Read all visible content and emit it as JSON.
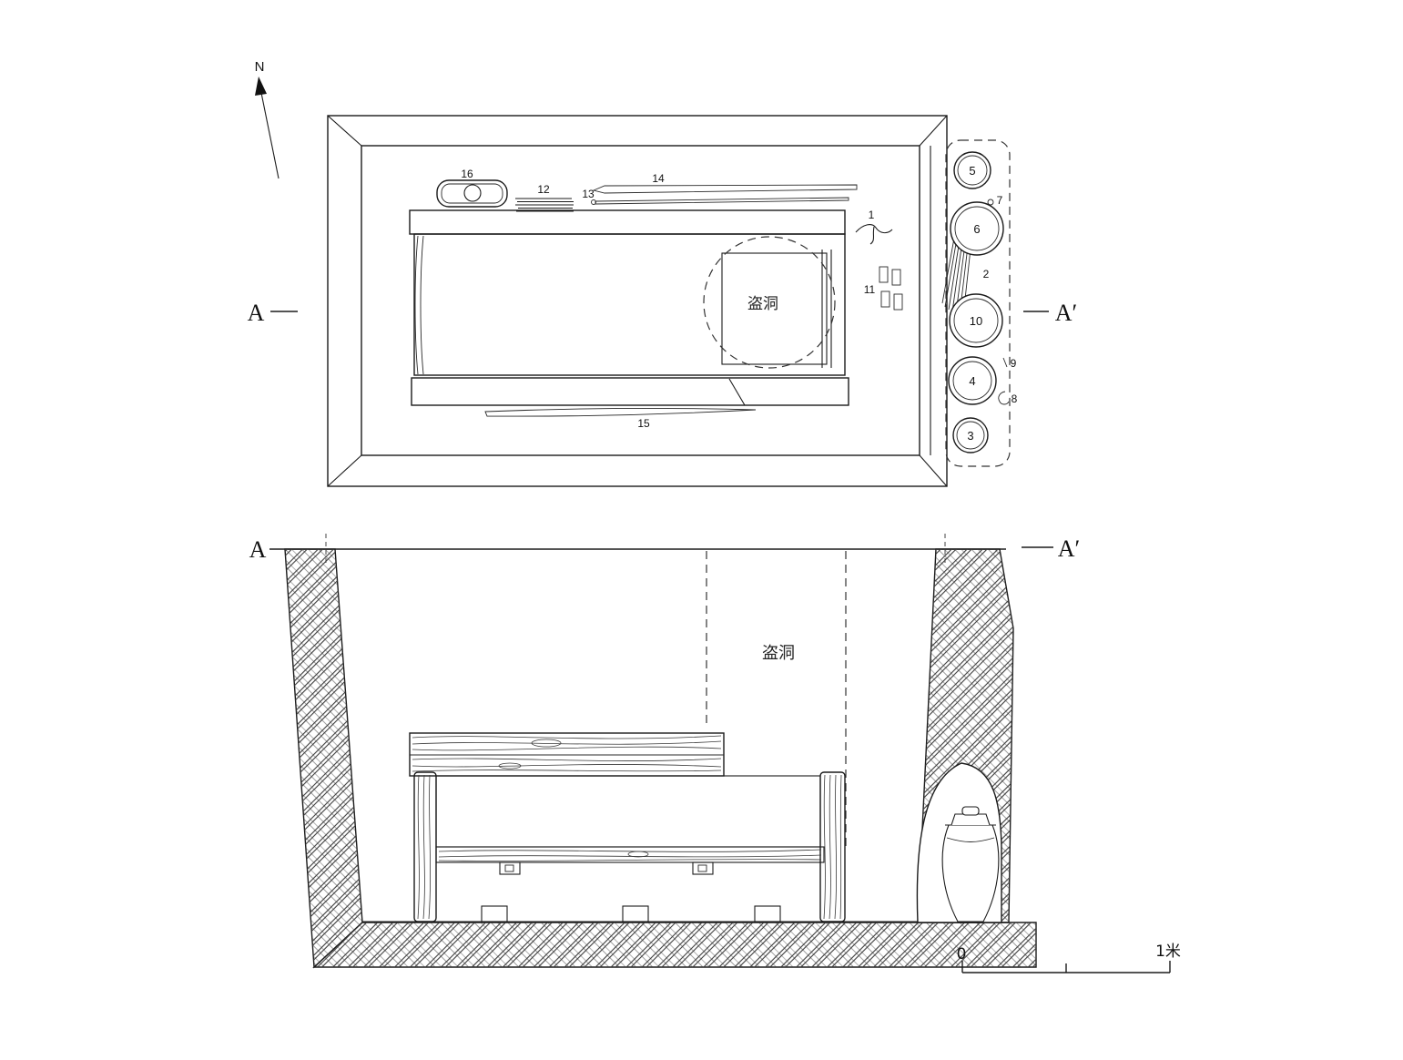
{
  "colors": {
    "ink": "#1b1b1b",
    "paper": "#ffffff"
  },
  "north": {
    "label": "N"
  },
  "plan": {
    "marker_left": "A",
    "marker_right": "A′",
    "robber_hole": "盗洞",
    "labels": {
      "1": "1",
      "2": "2",
      "3": "3",
      "4": "4",
      "5": "5",
      "6": "6",
      "7": "7",
      "8": "8",
      "9": "9",
      "10": "10",
      "11": "11",
      "12": "12",
      "13": "13",
      "14": "14",
      "15": "15",
      "16": "16"
    }
  },
  "section": {
    "marker_left": "A",
    "marker_right": "A′",
    "robber_hole": "盗洞"
  },
  "scale_bar": {
    "start": "0",
    "end": "1米"
  }
}
